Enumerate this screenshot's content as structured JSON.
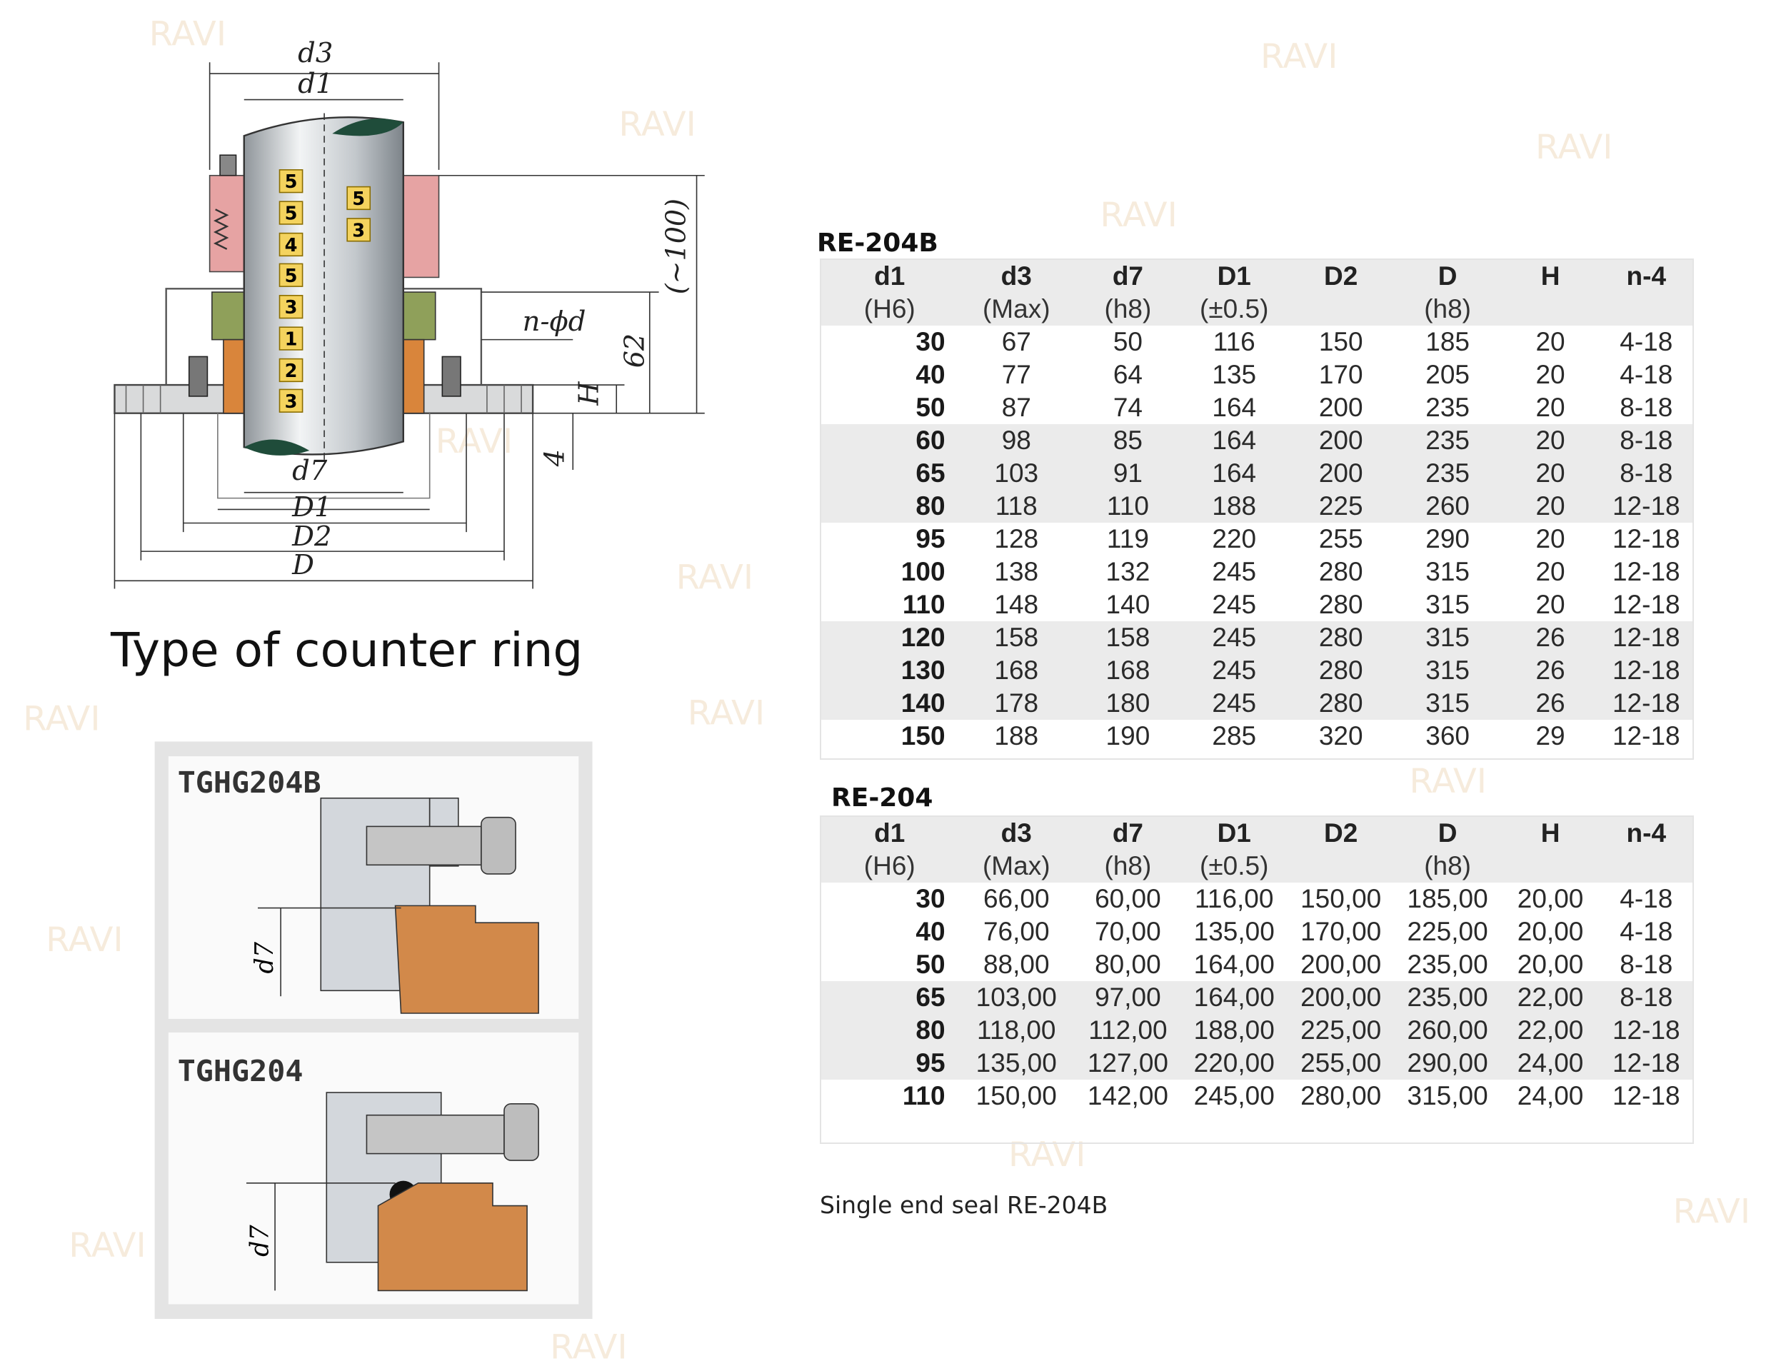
{
  "watermark": "RAVI",
  "page_title": "Type of counter ring",
  "diagram": {
    "dims": {
      "d3": "d3",
      "d1": "d1",
      "approx100": "(~100)",
      "nphid": "n-ϕd",
      "h62": "62",
      "H": "H",
      "four": "4",
      "d7": "d7",
      "D1": "D1",
      "D2": "D2",
      "D": "D"
    },
    "tags_left": [
      "5",
      "5",
      "4",
      "5",
      "3",
      "1",
      "2",
      "3"
    ],
    "tags_right": [
      "5",
      "3"
    ]
  },
  "counter_rings": [
    {
      "name": "TGHG204B",
      "dim": "d7"
    },
    {
      "name": "TGHG204",
      "dim": "d7"
    }
  ],
  "tables": [
    {
      "label": "RE-204B",
      "headers": [
        "d1",
        "d3",
        "d7",
        "D1",
        "D2",
        "D",
        "H",
        "n-4"
      ],
      "subheaders": [
        "(H6)",
        "(Max)",
        "(h8)",
        "(±0.5)",
        "",
        "(h8)",
        "",
        ""
      ],
      "groups": [
        {
          "shade": false,
          "rows": [
            [
              "30",
              "67",
              "50",
              "116",
              "150",
              "185",
              "20",
              "4-18"
            ],
            [
              "40",
              "77",
              "64",
              "135",
              "170",
              "205",
              "20",
              "4-18"
            ],
            [
              "50",
              "87",
              "74",
              "164",
              "200",
              "235",
              "20",
              "8-18"
            ]
          ]
        },
        {
          "shade": true,
          "rows": [
            [
              "60",
              "98",
              "85",
              "164",
              "200",
              "235",
              "20",
              "8-18"
            ],
            [
              "65",
              "103",
              "91",
              "164",
              "200",
              "235",
              "20",
              "8-18"
            ],
            [
              "80",
              "118",
              "110",
              "188",
              "225",
              "260",
              "20",
              "12-18"
            ]
          ]
        },
        {
          "shade": false,
          "rows": [
            [
              "95",
              "128",
              "119",
              "220",
              "255",
              "290",
              "20",
              "12-18"
            ],
            [
              "100",
              "138",
              "132",
              "245",
              "280",
              "315",
              "20",
              "12-18"
            ],
            [
              "110",
              "148",
              "140",
              "245",
              "280",
              "315",
              "20",
              "12-18"
            ]
          ]
        },
        {
          "shade": true,
          "rows": [
            [
              "120",
              "158",
              "158",
              "245",
              "280",
              "315",
              "26",
              "12-18"
            ],
            [
              "130",
              "168",
              "168",
              "245",
              "280",
              "315",
              "26",
              "12-18"
            ],
            [
              "140",
              "178",
              "180",
              "245",
              "280",
              "315",
              "26",
              "12-18"
            ]
          ]
        },
        {
          "shade": false,
          "rows": [
            [
              "150",
              "188",
              "190",
              "285",
              "320",
              "360",
              "29",
              "12-18"
            ]
          ]
        }
      ]
    },
    {
      "label": "RE-204",
      "headers": [
        "d1",
        "d3",
        "d7",
        "D1",
        "D2",
        "D",
        "H",
        "n-4"
      ],
      "subheaders": [
        "(H6)",
        "(Max)",
        "(h8)",
        "(±0.5)",
        "",
        "(h8)",
        "",
        ""
      ],
      "groups": [
        {
          "shade": false,
          "rows": [
            [
              "30",
              "66,00",
              "60,00",
              "116,00",
              "150,00",
              "185,00",
              "20,00",
              "4-18"
            ],
            [
              "40",
              "76,00",
              "70,00",
              "135,00",
              "170,00",
              "225,00",
              "20,00",
              "4-18"
            ],
            [
              "50",
              "88,00",
              "80,00",
              "164,00",
              "200,00",
              "235,00",
              "20,00",
              "8-18"
            ]
          ]
        },
        {
          "shade": true,
          "rows": [
            [
              "65",
              "103,00",
              "97,00",
              "164,00",
              "200,00",
              "235,00",
              "22,00",
              "8-18"
            ],
            [
              "80",
              "118,00",
              "112,00",
              "188,00",
              "225,00",
              "260,00",
              "22,00",
              "12-18"
            ],
            [
              "95",
              "135,00",
              "127,00",
              "220,00",
              "255,00",
              "290,00",
              "24,00",
              "12-18"
            ]
          ]
        },
        {
          "shade": false,
          "rows": [
            [
              "110",
              "150,00",
              "142,00",
              "245,00",
              "280,00",
              "315,00",
              "24,00",
              "12-18"
            ]
          ]
        }
      ]
    }
  ],
  "caption": "Single end seal  RE-204B"
}
